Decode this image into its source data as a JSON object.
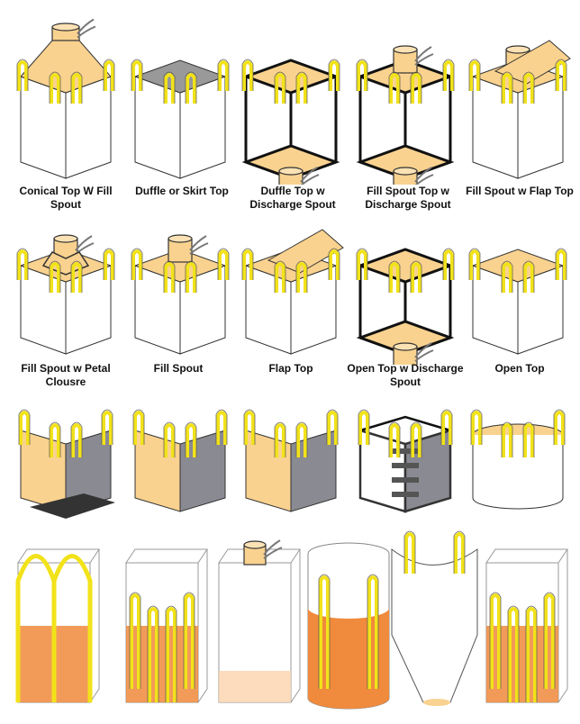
{
  "labels_row1": [
    "Conical Top W Fill Spout",
    "Duffle or Skirt Top",
    "Duffle Top w Discharge Spout",
    "Fill Spout Top w Discharge Spout",
    "Fill Spout w Flap Top"
  ],
  "labels_row2": [
    "Fill Spout w Petal Clousre",
    "Fill Spout",
    "Flap Top",
    "Open Top w Discharge Spout",
    "Open Top"
  ],
  "colors": {
    "loop": "#f2e21a",
    "top": "#f9d28f",
    "bag": "#ffffff",
    "outline": "#222222",
    "orange": "#f08a3c"
  }
}
